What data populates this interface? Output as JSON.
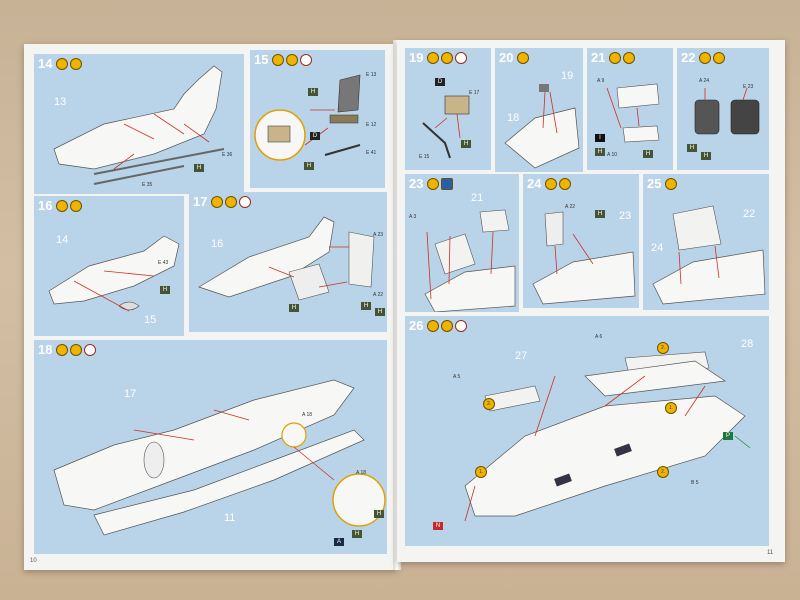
{
  "scene": {
    "left_panels": [
      {
        "id": "14",
        "sub": "13",
        "labels": [
          "E 35",
          "E 36",
          "H"
        ]
      },
      {
        "id": "15",
        "labels": [
          "E 13",
          "E 12",
          "E 41",
          "H",
          "D",
          "H"
        ]
      },
      {
        "id": "16",
        "sub": "14",
        "labels": [
          "E 43",
          "H",
          "15"
        ]
      },
      {
        "id": "17",
        "sub": "16",
        "labels": [
          "A 23",
          "A 22",
          "H",
          "H",
          "H"
        ]
      },
      {
        "id": "18",
        "sub": "17",
        "sub2": "11",
        "labels": [
          "A 18",
          "A 18",
          "H",
          "H",
          "A"
        ]
      }
    ],
    "right_panels": [
      {
        "id": "19",
        "labels": [
          "D",
          "E 17",
          "E 15",
          "H"
        ]
      },
      {
        "id": "20",
        "sub": "19",
        "sub2": "18"
      },
      {
        "id": "21",
        "labels": [
          "A 9",
          "A 10",
          "I",
          "H",
          "H"
        ]
      },
      {
        "id": "22",
        "labels": [
          "A 24",
          "E 23",
          "H",
          "H"
        ]
      },
      {
        "id": "23",
        "sub": "21",
        "labels": [
          "A 3"
        ]
      },
      {
        "id": "24",
        "sub": "23",
        "labels": [
          "A 22",
          "H"
        ]
      },
      {
        "id": "25",
        "sub": "22",
        "sub2": "24"
      },
      {
        "id": "26",
        "sub": "27",
        "sub2": "28",
        "labels": [
          "A 6",
          "A 5",
          "2.",
          "2.",
          "1.",
          "1.",
          "2.",
          "N",
          "P",
          "B 5"
        ]
      }
    ],
    "page_numbers": {
      "left": "10",
      "right": "11"
    },
    "colors": {
      "panel": "#b9d3e8",
      "paper": "#f4f4f2",
      "table": "#cdb79d",
      "icon": "#f0b400",
      "arrow": "#d03020"
    }
  }
}
